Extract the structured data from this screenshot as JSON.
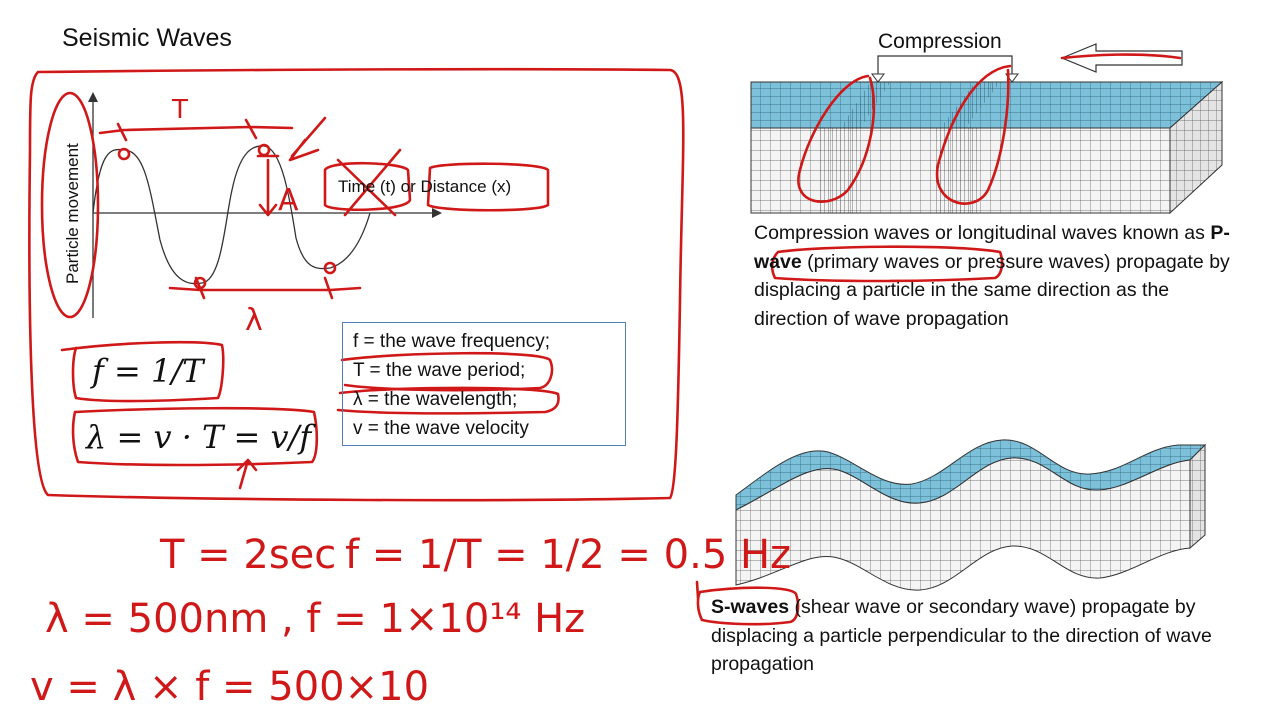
{
  "slide": {
    "title": "Seismic Waves"
  },
  "graph": {
    "y_axis_label": "Particle movement",
    "x_axis_label": "Time (t) or Distance (x)"
  },
  "formulas": {
    "f1": "f = 1/T",
    "f2": "λ = v · T = v/f"
  },
  "definitions": [
    "f = the wave frequency;",
    "T = the wave period;",
    "λ = the wavelength;",
    "v = the wave velocity"
  ],
  "p_wave": {
    "diagram_label": "Compression",
    "text_before": "Compression waves or longitudinal waves known as ",
    "bold": "P-wave",
    "text_after": " (primary waves or pressure waves) propagate by displacing a particle in the same direction as the direction of wave propagation"
  },
  "s_wave": {
    "bold": "S-waves",
    "text_after": " (shear wave or secondary wave) propagate by displacing a particle perpendicular to the direction of wave propagation"
  },
  "handwriting": {
    "line1_a": "T = 2sec",
    "line1_b": "f = 1/T = 1/2 = 0.5 Hz",
    "line2": "λ = 500nm , f = 1×10¹⁴ Hz",
    "line3": "v = λ × f = 500×10",
    "annot_T": "T",
    "annot_A": "A",
    "annot_lambda": "λ"
  },
  "colors": {
    "ink": "#d01818",
    "box_border": "#4f7fb5",
    "block_top": "#6fb8d6",
    "block_side": "#f2f2f2"
  }
}
